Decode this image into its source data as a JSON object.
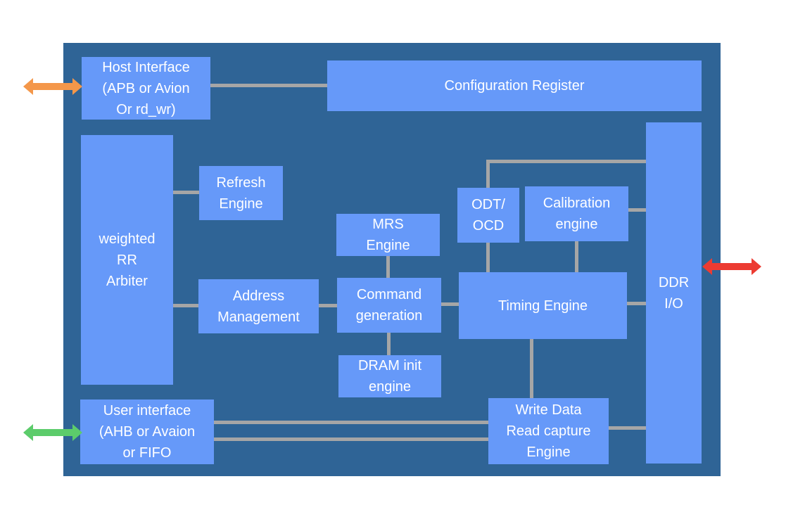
{
  "colors": {
    "chip_background": "#2f6496",
    "block_fill": "#6699f9",
    "block_text": "#ffffff",
    "connector": "#a6a6a6",
    "host_arrow": "#f4974a",
    "user_arrow": "#5ccc6b",
    "ddr_arrow": "#ec3b32"
  },
  "blocks": {
    "host_interface": "Host Interface\n(APB or Avion\nOr rd_wr)",
    "configuration_register": "Configuration Register",
    "arbiter": "weighted\nRR\nArbiter",
    "refresh_engine": "Refresh\nEngine",
    "address_management": "Address\nManagement",
    "mrs_engine": "MRS\nEngine",
    "command_generation": "Command\ngeneration",
    "dram_init_engine": "DRAM init\nengine",
    "odt_ocd": "ODT/\nOCD",
    "calibration_engine": "Calibration\nengine",
    "timing_engine": "Timing Engine",
    "ddr_io": "DDR\nI/O",
    "user_interface": "User interface\n(AHB or Avaion\nor FIFO",
    "write_read_engine": "Write Data\nRead capture\nEngine"
  },
  "arrows": {
    "host": "double-headed-arrow",
    "user": "double-headed-arrow",
    "ddr": "double-headed-arrow"
  }
}
